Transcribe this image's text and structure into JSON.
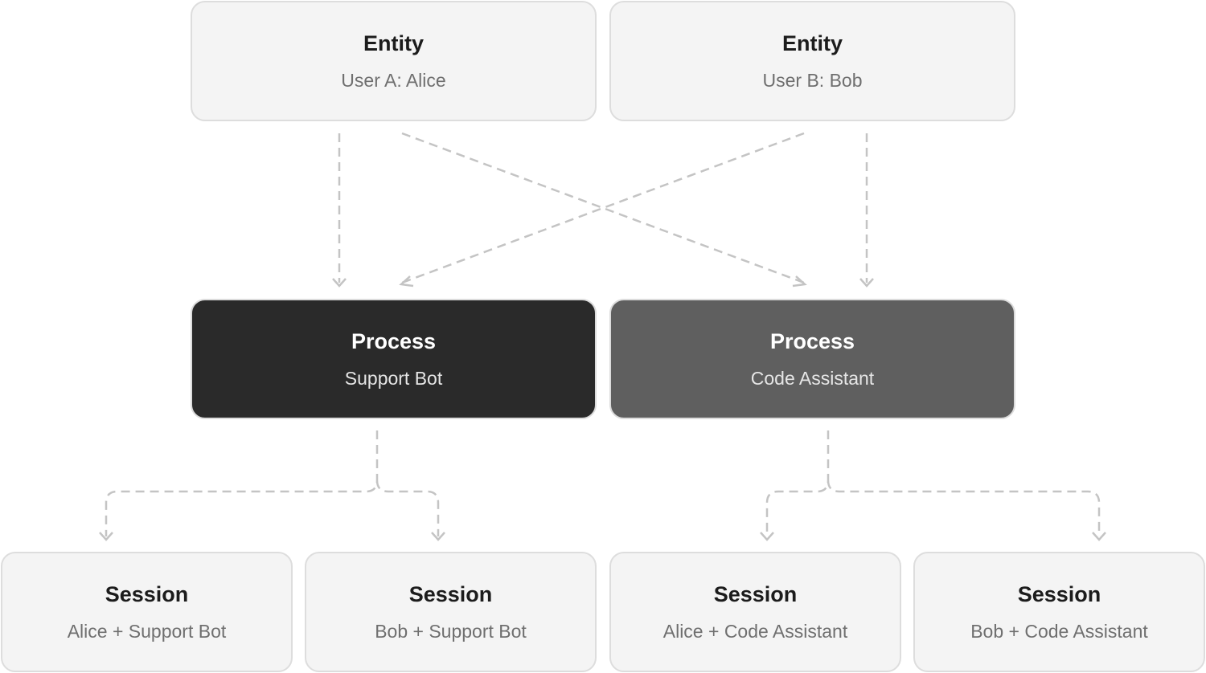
{
  "entities": [
    {
      "title": "Entity",
      "subtitle": "User A: Alice"
    },
    {
      "title": "Entity",
      "subtitle": "User B: Bob"
    }
  ],
  "processes": [
    {
      "title": "Process",
      "subtitle": "Support Bot"
    },
    {
      "title": "Process",
      "subtitle": "Code Assistant"
    }
  ],
  "sessions": [
    {
      "title": "Session",
      "subtitle": "Alice + Support Bot"
    },
    {
      "title": "Session",
      "subtitle": "Bob + Support Bot"
    },
    {
      "title": "Session",
      "subtitle": "Alice + Code Assistant"
    },
    {
      "title": "Session",
      "subtitle": "Bob + Code Assistant"
    }
  ],
  "colors": {
    "node_light_bg": "#f4f4f4",
    "node_border": "#dddddd",
    "process_support_bg": "#2a2a2a",
    "process_code_bg": "#5f5f5f",
    "connector": "#c4c4c4"
  }
}
